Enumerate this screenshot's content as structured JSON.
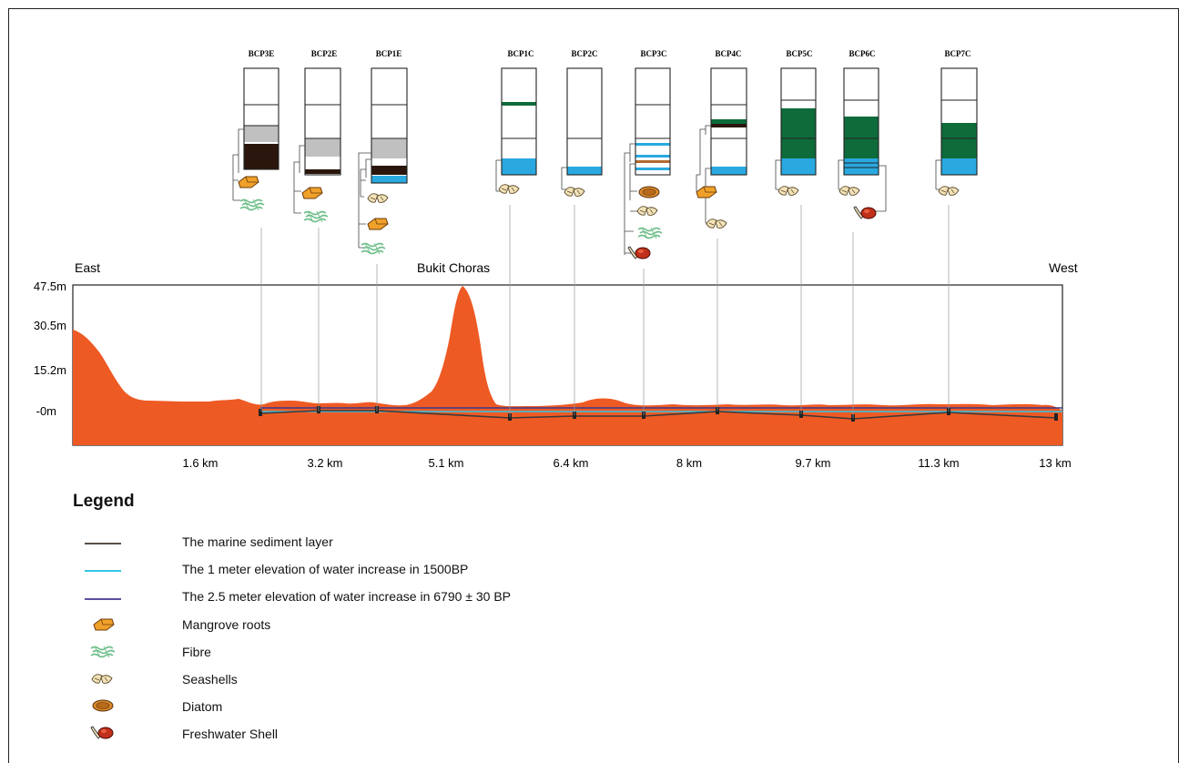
{
  "profile": {
    "east_label": "East",
    "west_label": "West",
    "peak_label": "Bukit Choras",
    "y_ticks": [
      "47.5m",
      "30.5m",
      "15.2m",
      "-0m"
    ],
    "x_ticks": [
      "1.6 km",
      "3.2 km",
      "5.1 km",
      "6.4 km",
      "8 km",
      "9.7 km",
      "11.3 km",
      "13 km"
    ],
    "terrain_color": "#ee5a24",
    "marine_line_color": "#4a4a4a",
    "water_1m_color": "#33c5e6",
    "water_2_5m_color": "#3a3a8c"
  },
  "cores": [
    {
      "id": "BCP3E",
      "fill_colors": [
        "#c0c0c0",
        "#2a160c"
      ],
      "indicators": [
        "Mangrove roots",
        "Fibre"
      ]
    },
    {
      "id": "BCP2E",
      "fill_colors": [
        "#c0c0c0",
        "#2a160c"
      ],
      "indicators": [
        "Mangrove roots",
        "Fibre"
      ]
    },
    {
      "id": "BCP1E",
      "fill_colors": [
        "#c0c0c0",
        "#2a160c",
        "#29a9e0"
      ],
      "indicators": [
        "Seashells",
        "Mangrove roots",
        "Fibre"
      ]
    },
    {
      "id": "BCP1C",
      "fill_colors": [
        "#0e6b3a",
        "#29a9e0"
      ],
      "indicators": [
        "Seashells"
      ]
    },
    {
      "id": "BCP2C",
      "fill_colors": [
        "#29a9e0"
      ],
      "indicators": [
        "Seashells"
      ]
    },
    {
      "id": "BCP3C",
      "fill_colors": [
        "#29a9e0",
        "#b06a30"
      ],
      "indicators": [
        "Diatom",
        "Seashells",
        "Fibre",
        "Freshwater Shell"
      ]
    },
    {
      "id": "BCP4C",
      "fill_colors": [
        "#0e6b3a",
        "#2a160c",
        "#29a9e0"
      ],
      "indicators": [
        "Mangrove roots",
        "Seashells"
      ]
    },
    {
      "id": "BCP5C",
      "fill_colors": [
        "#0e6b3a",
        "#29a9e0"
      ],
      "indicators": [
        "Seashells"
      ]
    },
    {
      "id": "BCP6C",
      "fill_colors": [
        "#0e6b3a",
        "#29a9e0"
      ],
      "indicators": [
        "Seashells",
        "Freshwater Shell"
      ]
    },
    {
      "id": "BCP7C",
      "fill_colors": [
        "#0e6b3a",
        "#29a9e0"
      ],
      "indicators": [
        "Seashells"
      ]
    }
  ],
  "legend": {
    "title": "Legend",
    "items": [
      {
        "icon": "marine-line",
        "label": "The marine sediment layer"
      },
      {
        "icon": "water-1m-line",
        "label": "The 1 meter elevation of water increase in 1500BP"
      },
      {
        "icon": "water-2-5m-line",
        "label": "The 2.5 meter elevation of water increase in 6790 ± 30 BP"
      },
      {
        "icon": "mangrove-roots-icon",
        "label": "Mangrove roots"
      },
      {
        "icon": "fibre-icon",
        "label": "Fibre"
      },
      {
        "icon": "seashells-icon",
        "label": "Seashells"
      },
      {
        "icon": "diatom-icon",
        "label": "Diatom"
      },
      {
        "icon": "freshwater-shell-icon",
        "label": "Freshwater Shell"
      }
    ]
  }
}
